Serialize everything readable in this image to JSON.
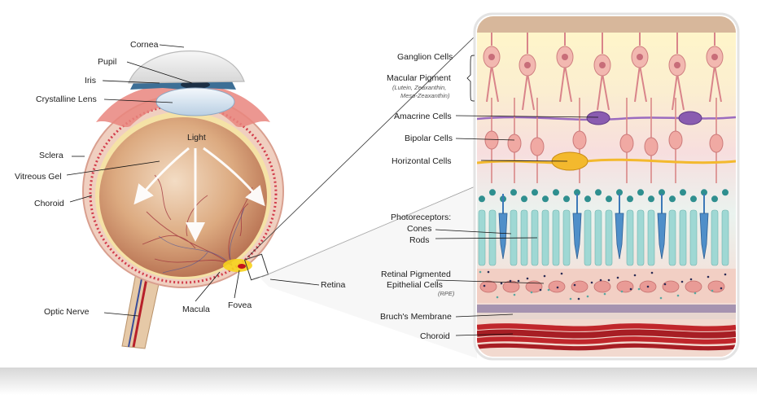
{
  "eye_labels": {
    "cornea": "Cornea",
    "pupil": "Pupil",
    "iris": "Iris",
    "lens": "Crystalline Lens",
    "light": "Light",
    "sclera": "Sclera",
    "vitreous": "Vitreous Gel",
    "choroid": "Choroid",
    "optic_nerve": "Optic Nerve",
    "macula": "Macula",
    "fovea": "Fovea",
    "retina": "Retina"
  },
  "retina_labels": {
    "ganglion": "Ganglion Cells",
    "macular_pigment": "Macular Pigment",
    "macular_sub1": "(Lutein, Zeaxanthin,",
    "macular_sub2": "Meso-Zeaxanthin)",
    "amacrine": "Amacrine Cells",
    "bipolar": "Bipolar Cells",
    "horizontal": "Horizontal Cells",
    "photoreceptors": "Photoreceptors:",
    "cones": "Cones",
    "rods": "Rods",
    "rpe1": "Retinal Pigmented",
    "rpe2": "Epithelial Cells",
    "rpe_abbr": "(RPE)",
    "bruchs": "Bruch's Membrane",
    "choroid": "Choroid"
  },
  "colors": {
    "sclera_outer": "#f2c9bd",
    "vitreous": "#d9a57a",
    "iris": "#3d6f96",
    "lens": "#d8e6f2",
    "ganglion_layer": "#fbf3c4",
    "amacrine": "#8a5cb0",
    "horizontal": "#f3b92e",
    "cone": "#4f8fc9",
    "rod": "#9fd8d4",
    "choroid_vessel": "#c0262b"
  }
}
